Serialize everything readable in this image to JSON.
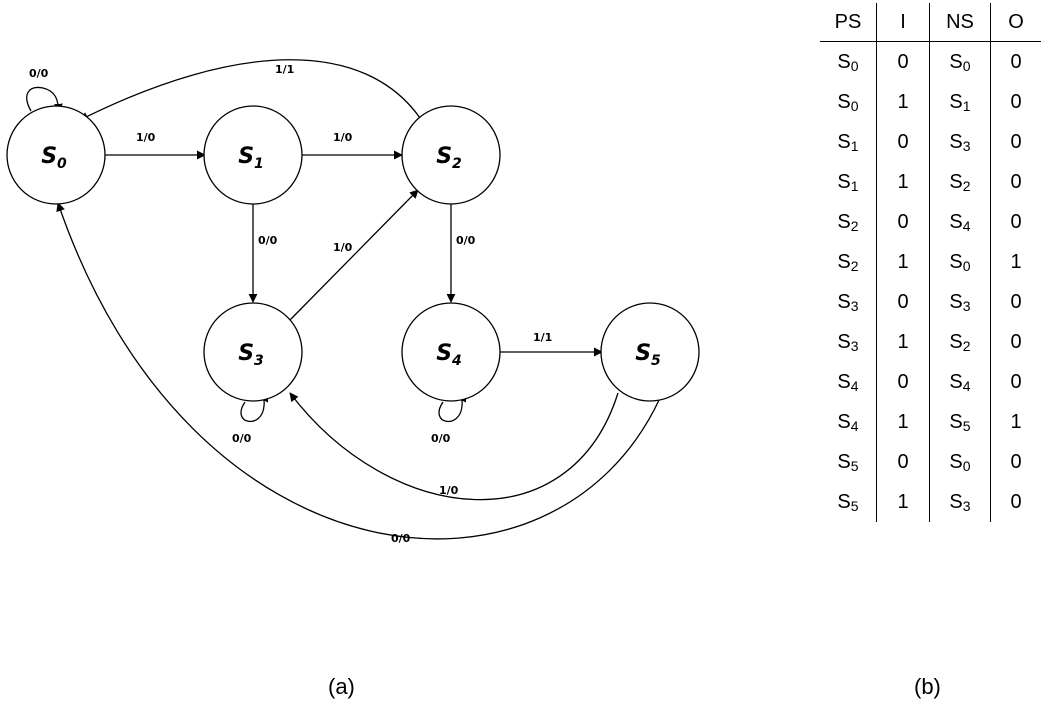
{
  "diagram": {
    "states": [
      {
        "id": "s0",
        "base": "S",
        "sub": "0"
      },
      {
        "id": "s1",
        "base": "S",
        "sub": "1"
      },
      {
        "id": "s2",
        "base": "S",
        "sub": "2"
      },
      {
        "id": "s3",
        "base": "S",
        "sub": "3"
      },
      {
        "id": "s4",
        "base": "S",
        "sub": "4"
      },
      {
        "id": "s5",
        "base": "S",
        "sub": "5"
      }
    ],
    "transitions": [
      {
        "from": "S0",
        "to": "S0",
        "label": "0/0"
      },
      {
        "from": "S0",
        "to": "S1",
        "label": "1/0"
      },
      {
        "from": "S1",
        "to": "S2",
        "label": "1/0"
      },
      {
        "from": "S1",
        "to": "S3",
        "label": "0/0"
      },
      {
        "from": "S2",
        "to": "S0",
        "label": "1/1"
      },
      {
        "from": "S2",
        "to": "S4",
        "label": "0/0"
      },
      {
        "from": "S3",
        "to": "S2",
        "label": "1/0"
      },
      {
        "from": "S3",
        "to": "S3",
        "label": "0/0"
      },
      {
        "from": "S4",
        "to": "S5",
        "label": "1/1"
      },
      {
        "from": "S4",
        "to": "S4",
        "label": "0/0"
      },
      {
        "from": "S5",
        "to": "S3",
        "label": "1/0"
      },
      {
        "from": "S5",
        "to": "S0",
        "label": "0/0"
      }
    ],
    "caption": "(a)"
  },
  "table": {
    "headers": [
      "PS",
      "I",
      "NS",
      "O"
    ],
    "rows": [
      {
        "ps": "0",
        "i": "0",
        "ns": "0",
        "o": "0"
      },
      {
        "ps": "0",
        "i": "1",
        "ns": "1",
        "o": "0"
      },
      {
        "ps": "1",
        "i": "0",
        "ns": "3",
        "o": "0"
      },
      {
        "ps": "1",
        "i": "1",
        "ns": "2",
        "o": "0"
      },
      {
        "ps": "2",
        "i": "0",
        "ns": "4",
        "o": "0"
      },
      {
        "ps": "2",
        "i": "1",
        "ns": "0",
        "o": "1"
      },
      {
        "ps": "3",
        "i": "0",
        "ns": "3",
        "o": "0"
      },
      {
        "ps": "3",
        "i": "1",
        "ns": "2",
        "o": "0"
      },
      {
        "ps": "4",
        "i": "0",
        "ns": "4",
        "o": "0"
      },
      {
        "ps": "4",
        "i": "1",
        "ns": "5",
        "o": "1"
      },
      {
        "ps": "5",
        "i": "0",
        "ns": "0",
        "o": "0"
      },
      {
        "ps": "5",
        "i": "1",
        "ns": "3",
        "o": "0"
      }
    ],
    "state_letter": "S",
    "caption": "(b)"
  }
}
